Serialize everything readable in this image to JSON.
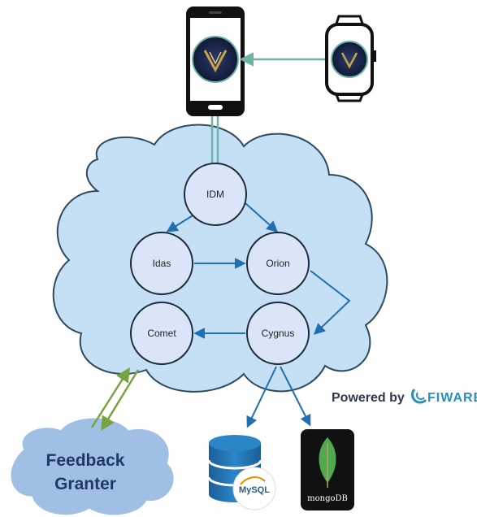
{
  "nodes": {
    "idm": "IDM",
    "idas": "Idas",
    "orion": "Orion",
    "comet": "Comet",
    "cygnus": "Cygnus"
  },
  "powered_by": {
    "prefix": "Powered by",
    "brand": "FIWARE"
  },
  "feedback": {
    "line1": "Feedback",
    "line2": "Granter"
  },
  "databases": {
    "mysql": "MySQL",
    "mongodb": "mongoDB"
  },
  "devices": {
    "phone": "smartphone-icon",
    "watch": "smartwatch-icon"
  },
  "colors": {
    "cloud_fill": "#c5dff5",
    "cloud_stroke": "#2f4a5e",
    "node_fill": "#dae6f8",
    "node_stroke": "#1c2a3a",
    "arrow_blue": "#1f6fb2",
    "link_teal": "#6fb3a4",
    "feedback_green": "#77a441",
    "feedback_cloud": "#9fbfe5"
  }
}
